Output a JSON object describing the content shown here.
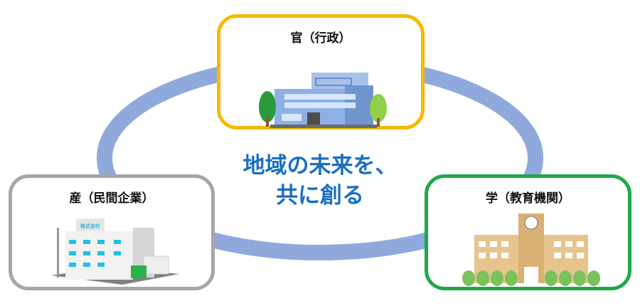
{
  "diagram": {
    "center_text": {
      "line1": "地域の未来を、",
      "line2": "共に創る"
    },
    "nodes": [
      {
        "label": "官（行政）",
        "icon": "government-building-icon",
        "color": "#f5b800"
      },
      {
        "label": "産（民間企業）",
        "icon": "company-building-icon",
        "color": "#a6a6a6",
        "sign": "株式会社"
      },
      {
        "label": "学（教育機関）",
        "icon": "school-building-icon",
        "color": "#1fa84a"
      }
    ],
    "ring_color": "#8fa9dc",
    "text_color": "#1a6fc0"
  }
}
